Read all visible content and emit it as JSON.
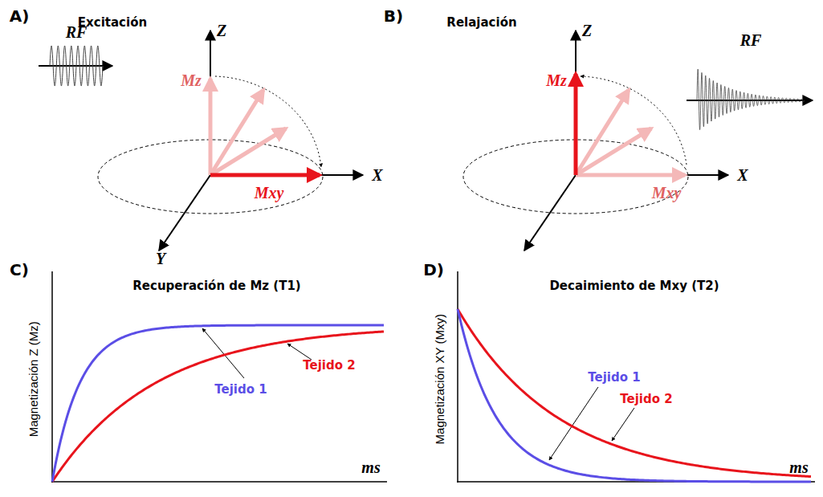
{
  "diagram": {
    "labels": [
      "A)",
      "Excitación",
      "RF",
      "Z",
      "Mz",
      "Mxy",
      "X",
      "Y",
      "B)",
      "Relajación",
      "Z",
      "Mz",
      "RF",
      "Mxy",
      "X",
      "C)",
      "Recuperación de Mz (T1)",
      "Magnetización Z (Mz)",
      "Tejido 1",
      "Tejido 2",
      "ms",
      "D)",
      "Decaimiento de Mxy (T2)",
      "Magnetización XY (Mxy)",
      "Tejido 1",
      "Tejido 2",
      "ms"
    ]
  }
}
